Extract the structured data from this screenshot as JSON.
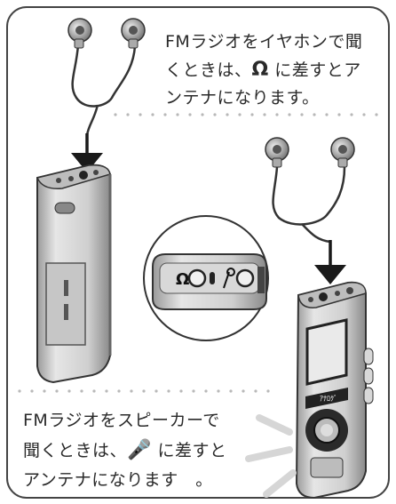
{
  "captions": {
    "headphone_note": {
      "line1": "FMラジオをイヤホンで聞",
      "line2_before": "くときは、",
      "line2_icon": "Ω",
      "line2_after": " に差すとア",
      "line3": "ンテナになります。"
    },
    "speaker_note": {
      "line1": "FMラジオをスピーカーで",
      "line2_before": "聞くときは、",
      "line2_icon": "🎤",
      "line2_after": " に差すと",
      "line3": "アンテナになります　。"
    }
  },
  "device_label": "ｱﾅﾛｸﾞ",
  "icons": {
    "headphone_jack": "headphone-jack-icon",
    "microphone_jack": "microphone-jack-icon"
  },
  "colors": {
    "frame": "#444444",
    "device_body": "#cfcfcf",
    "dots": "#b5b5b5",
    "arrow": "#1a1a1a"
  }
}
